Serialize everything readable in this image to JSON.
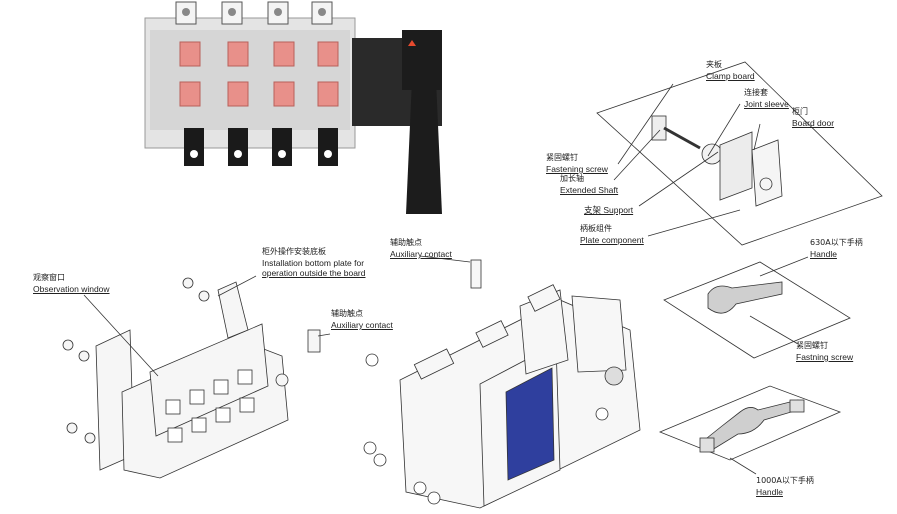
{
  "labels": {
    "clamp_board_cn": "夹板",
    "clamp_board_en": "Clamp board",
    "joint_sleeve_cn": "连接套",
    "joint_sleeve_en": "Joint sleeve",
    "board_door_cn": "柜门",
    "board_door_en": "Board door",
    "fastening_screw_cn": "紧固螺钉",
    "fastening_screw_en": "Fastening screw",
    "extended_shaft_cn": "加长轴",
    "extended_shaft_en": "Extended Shaft",
    "support": "支架 Support",
    "plate_component_cn": "柄板组件",
    "plate_component_en": "Plate component",
    "observation_window_cn": "观察窗口",
    "observation_window_en": "Observation window",
    "install_plate_cn": "柜外操作安装底板",
    "install_plate_en_1": "Installation bottom plate for",
    "install_plate_en_2": "operation outside the board",
    "aux_contact_left_cn": "辅助触点",
    "aux_contact_left_en": "Auxiliary contact",
    "aux_contact_mid_cn": "辅助触点",
    "aux_contact_mid_en": "Auxiliary contact",
    "handle_630_cn": "630A以下手柄",
    "handle_630_en": "Handle",
    "fastning_screw_cn": "紧固螺钉",
    "fastning_screw_en": "Fastning screw",
    "handle_1000_cn": "1000A以下手柄",
    "handle_1000_en": "Handle"
  },
  "colors": {
    "terminal_pink": "#e8908a",
    "body_light": "#dcdcdc",
    "handle_black": "#1c1c1c",
    "label_blue": "#2f3f9e",
    "line": "#333333"
  }
}
